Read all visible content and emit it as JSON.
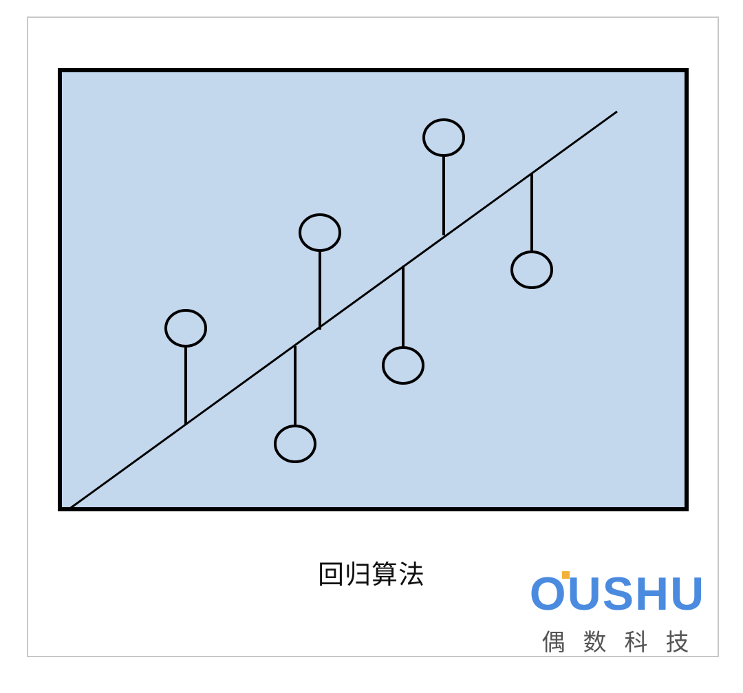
{
  "caption": "回归算法",
  "logo": {
    "wordmark": "OUSHU",
    "subtitle": "偶数科技",
    "wordmark_color": "#4a8be0",
    "dot_color": "#f2b13a"
  },
  "colors": {
    "panel_fill": "#c3d7ed",
    "stroke": "#000000",
    "frame": "#c8c8c8"
  }
}
